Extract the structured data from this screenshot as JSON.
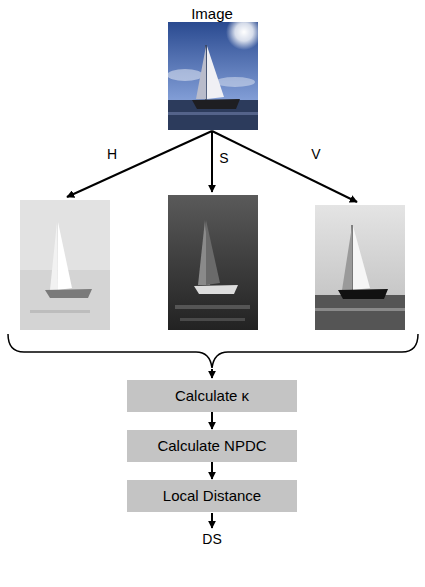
{
  "diagram": {
    "nodes": [
      {
        "text": [
          "Image"
        ]
      },
      {
        "text": [
          "Calculate κ"
        ]
      },
      {
        "text": [
          "Calculate NPDC"
        ]
      },
      {
        "text": [
          "Local Distance"
        ]
      }
    ],
    "edges": [
      {
        "from": 1,
        "to": 2,
        "arrow": "to"
      },
      {
        "from": 2,
        "to": 3,
        "arrow": "to"
      }
    ],
    "labels": [
      "H",
      "S",
      "V",
      "DS"
    ]
  }
}
